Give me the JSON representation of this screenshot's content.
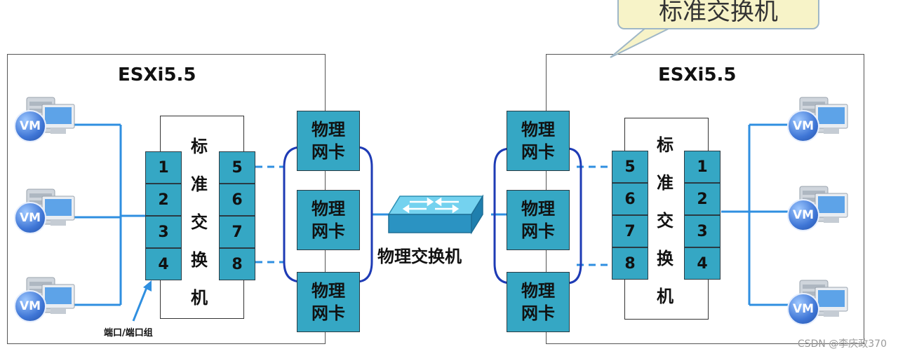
{
  "left_host": {
    "title": "ESXi5.5",
    "vm_labels": [
      "VM",
      "VM",
      "VM"
    ],
    "vswitch_label_chars": [
      "标",
      "准",
      "交",
      "换",
      "机"
    ],
    "ports_vm_side": [
      "1",
      "2",
      "3",
      "4"
    ],
    "ports_uplink_side": [
      "5",
      "6",
      "7",
      "8"
    ],
    "nics": [
      "物理网卡",
      "物理网卡",
      "物理网卡"
    ],
    "port_note": "端口/端口组"
  },
  "right_host": {
    "title": "ESXi5.5",
    "vm_labels": [
      "VM",
      "VM",
      "VM"
    ],
    "vswitch_label_chars": [
      "标",
      "准",
      "交",
      "换",
      "机"
    ],
    "ports_uplink_side": [
      "5",
      "6",
      "7",
      "8"
    ],
    "ports_vm_side": [
      "1",
      "2",
      "3",
      "4"
    ],
    "nics": [
      "物理网卡",
      "物理网卡",
      "物理网卡"
    ]
  },
  "physical_switch": {
    "label": "物理交换机"
  },
  "callout": {
    "text": "标准交换机"
  },
  "watermark": "CSDN @李庆政370",
  "colors": {
    "port_fill": "#35a7c4",
    "link_blue": "#2f8fe0",
    "bundle_blue": "#1e3bb5"
  }
}
